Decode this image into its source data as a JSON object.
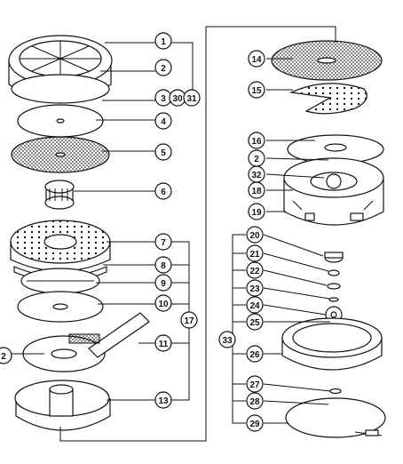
{
  "callouts": {
    "c1": "1",
    "c2": "2",
    "c3": "3",
    "c30": "30",
    "c31": "31",
    "c4": "4",
    "c5": "5",
    "c6": "6",
    "c7": "7",
    "c8": "8",
    "c9": "9",
    "c10": "10",
    "c11": "11",
    "c12": "2",
    "c13": "13",
    "c17": "17",
    "c14": "14",
    "c15": "15",
    "c16": "16",
    "c2b": "2",
    "c32": "32",
    "c18": "18",
    "c19": "19",
    "c20": "20",
    "c21": "21",
    "c22": "22",
    "c23": "23",
    "c24": "24",
    "c25": "25",
    "c33": "33",
    "c26": "26",
    "c27": "27",
    "c28": "28",
    "c29": "29"
  }
}
